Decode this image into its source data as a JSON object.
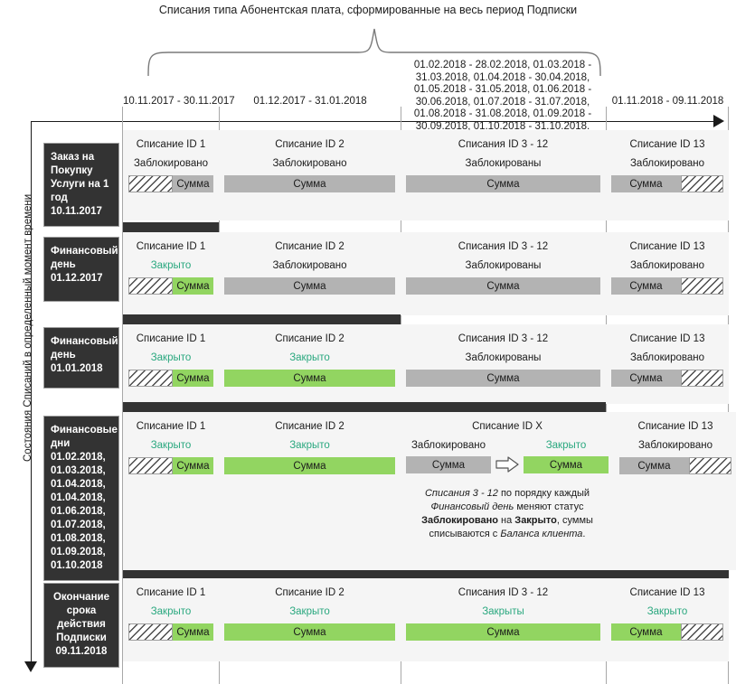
{
  "diagram": {
    "title": "Списания типа Абонентская плата, сформированные на весь период Подписки",
    "y_axis_label": "Состояния Списаний в определенный момент времени",
    "colors": {
      "closed_text": "#2aa87f",
      "closed_bar": "#92d561",
      "blocked_bar": "#b3b3b3",
      "dark_bar": "#333333"
    }
  },
  "columns": [
    {
      "header": "10.11.2017 - 30.11.2017"
    },
    {
      "header": "01.12.2017 - 31.01.2018"
    },
    {
      "header": "01.02.2018 - 28.02.2018, 01.03.2018 - 31.03.2018, 01.04.2018 - 30.04.2018, 01.05.2018 - 31.05.2018, 01.06.2018 - 30.06.2018, 01.07.2018 - 31.07.2018, 01.08.2018 - 31.08.2018, 01.09.2018 - 30.09.2018, 01.10.2018 - 31.10.2018."
    },
    {
      "header": "01.11.2018 - 09.11.2018"
    }
  ],
  "rows": [
    {
      "stage": "Заказ на Покупку Услуги на 1 год 10.11.2017",
      "cells": [
        {
          "id": "Списание ID 1",
          "status": "Заблокировано",
          "state": "blocked"
        },
        {
          "id": "Списание ID 2",
          "status": "Заблокировано",
          "state": "blocked"
        },
        {
          "id": "Списания ID 3 - 12",
          "status": "Заблокированы",
          "state": "blocked"
        },
        {
          "id": "Списание ID 13",
          "status": "Заблокировано",
          "state": "blocked"
        }
      ]
    },
    {
      "stage": "Финансовый день 01.12.2017",
      "cells": [
        {
          "id": "Списание ID 1",
          "status": "Закрыто",
          "state": "closed"
        },
        {
          "id": "Списание ID 2",
          "status": "Заблокировано",
          "state": "blocked"
        },
        {
          "id": "Списания ID 3 - 12",
          "status": "Заблокированы",
          "state": "blocked"
        },
        {
          "id": "Списание ID 13",
          "status": "Заблокировано",
          "state": "blocked"
        }
      ]
    },
    {
      "stage": "Финансовый день 01.01.2018",
      "cells": [
        {
          "id": "Списание ID 1",
          "status": "Закрыто",
          "state": "closed"
        },
        {
          "id": "Списание ID 2",
          "status": "Закрыто",
          "state": "closed"
        },
        {
          "id": "Списания ID 3 - 12",
          "status": "Заблокированы",
          "state": "blocked"
        },
        {
          "id": "Списание ID 13",
          "status": "Заблокировано",
          "state": "blocked"
        }
      ]
    },
    {
      "stage": "Финансовые дни 01.02.2018, 01.03.2018, 01.04.2018, 01.04.2018, 01.06.2018, 01.07.2018, 01.08.2018, 01.09.2018, 01.10.2018",
      "cells": [
        {
          "id": "Списание ID 1",
          "status": "Закрыто",
          "state": "closed"
        },
        {
          "id": "Списание ID 2",
          "status": "Закрыто",
          "state": "closed"
        },
        {
          "id": "Списание ID X",
          "status": "",
          "state": "transition",
          "from_status": "Заблокировано",
          "to_status": "Закрыто",
          "note_parts": [
            {
              "text": "Списания 3 - 12",
              "style": "italic"
            },
            {
              "text": " по порядку каждый ",
              "style": "normal"
            },
            {
              "text": "Финансовый день",
              "style": "italic"
            },
            {
              "text": " меняют статус ",
              "style": "normal"
            },
            {
              "text": "Заблокировано",
              "style": "bold"
            },
            {
              "text": " на ",
              "style": "normal"
            },
            {
              "text": "Закрыто",
              "style": "bold"
            },
            {
              "text": ", суммы списываются с ",
              "style": "normal"
            },
            {
              "text": "Баланса клиента",
              "style": "italic"
            },
            {
              "text": ".",
              "style": "normal"
            }
          ]
        },
        {
          "id": "Списание ID 13",
          "status": "Заблокировано",
          "state": "blocked"
        }
      ]
    },
    {
      "stage": "Окончание срока действия Подписки 09.11.2018",
      "cells": [
        {
          "id": "Списание ID 1",
          "status": "Закрыто",
          "state": "closed"
        },
        {
          "id": "Списание ID 2",
          "status": "Закрыто",
          "state": "closed"
        },
        {
          "id": "Списания ID 3 - 12",
          "status": "Закрыты",
          "state": "closed"
        },
        {
          "id": "Списание ID 13",
          "status": "Закрыто",
          "state": "closed"
        }
      ]
    }
  ]
}
